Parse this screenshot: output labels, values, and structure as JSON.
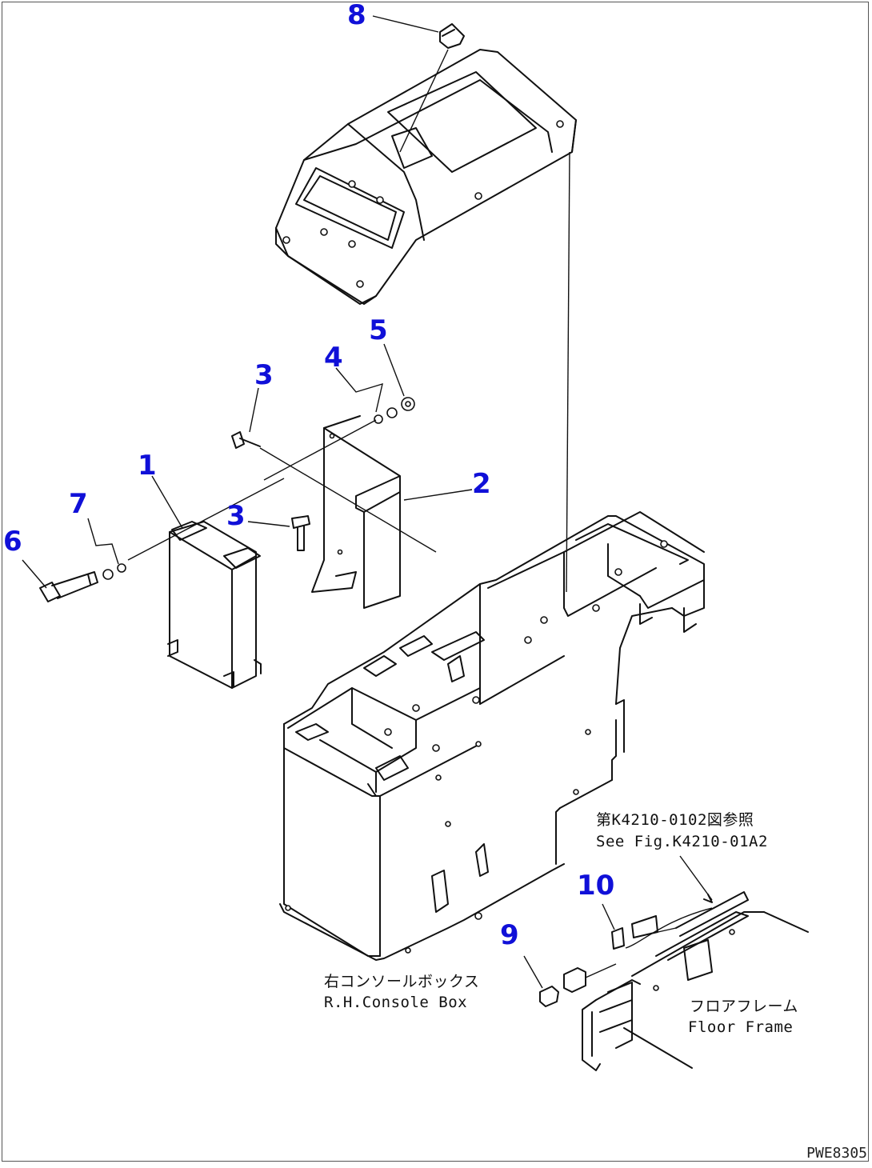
{
  "callouts": [
    {
      "id": "1",
      "label": "1"
    },
    {
      "id": "2",
      "label": "2"
    },
    {
      "id": "3a",
      "label": "3"
    },
    {
      "id": "3b",
      "label": "3"
    },
    {
      "id": "4",
      "label": "4"
    },
    {
      "id": "5",
      "label": "5"
    },
    {
      "id": "6",
      "label": "6"
    },
    {
      "id": "7",
      "label": "7"
    },
    {
      "id": "8",
      "label": "8"
    },
    {
      "id": "9",
      "label": "9"
    },
    {
      "id": "10",
      "label": "10"
    }
  ],
  "notes": {
    "ref_jp": "第K4210-0102図参照",
    "ref_en": "See Fig.K4210-01A2",
    "console_jp": "右コンソールボックス",
    "console_en": "R.H.Console Box",
    "frame_jp": "フロアフレーム",
    "frame_en": "Floor Frame"
  },
  "drawing_code": "PWE8305"
}
